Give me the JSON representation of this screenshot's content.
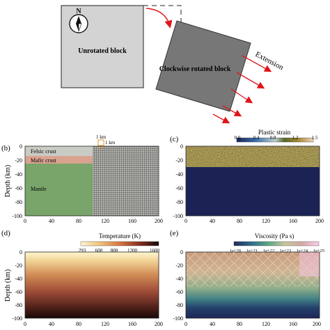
{
  "figure": {
    "top_panel": {
      "unrotated_label": "Unrotated block",
      "rotated_label": "Clockwise rotated block",
      "compass_letter": "N",
      "extension_label": "Extension"
    },
    "panel_b": {
      "letter": "(b)",
      "ylabel": "Depth (km)",
      "layers": [
        "Felsic crust",
        "Mafic crust",
        "Mantle"
      ],
      "inset_top": "1 km",
      "inset_side": "1 km",
      "x_ticks": [
        "0",
        "40",
        "80",
        "120",
        "160",
        "200"
      ],
      "y_ticks": [
        "0",
        "-20",
        "-40",
        "-60",
        "-80",
        "-100"
      ],
      "colors": {
        "felsic": "#c9cbc5",
        "mafic": "#d9a38f",
        "mantle": "#79a56a"
      }
    },
    "panel_c": {
      "letter": "(c)",
      "colorbar_title": "Plastic strain",
      "colorbar_ticks": [
        "0.0",
        "0.4",
        "0.8",
        "1.2",
        "1.5"
      ],
      "x_ticks": [
        "0",
        "40",
        "80",
        "120",
        "160",
        "200"
      ],
      "y_ticks": [
        "0",
        "-20",
        "-40",
        "-60",
        "-80",
        "-100"
      ],
      "colors": {
        "background": "#1b2355"
      }
    },
    "panel_d": {
      "letter": "(d)",
      "colorbar_title": "Temperature (K)",
      "colorbar_ticks": [
        "293",
        "600",
        "800",
        "1200",
        "1600"
      ],
      "ylabel": "Depth (km)",
      "x_ticks": [
        "0",
        "40",
        "80",
        "120",
        "160",
        "200"
      ],
      "y_ticks": [
        "0",
        "-20",
        "-40",
        "-60",
        "-80",
        "-100"
      ]
    },
    "panel_e": {
      "letter": "(e)",
      "colorbar_title": "Viscosity (Pa s)",
      "colorbar_ticks": [
        "1e+20",
        "1e+21",
        "1e+22",
        "1e+23",
        "1e+24",
        "1e+25"
      ],
      "x_ticks": [
        "0",
        "40",
        "80",
        "120",
        "160",
        "200"
      ],
      "y_ticks": [
        "0",
        "-20",
        "-40",
        "-60",
        "-80",
        "-100"
      ]
    }
  }
}
